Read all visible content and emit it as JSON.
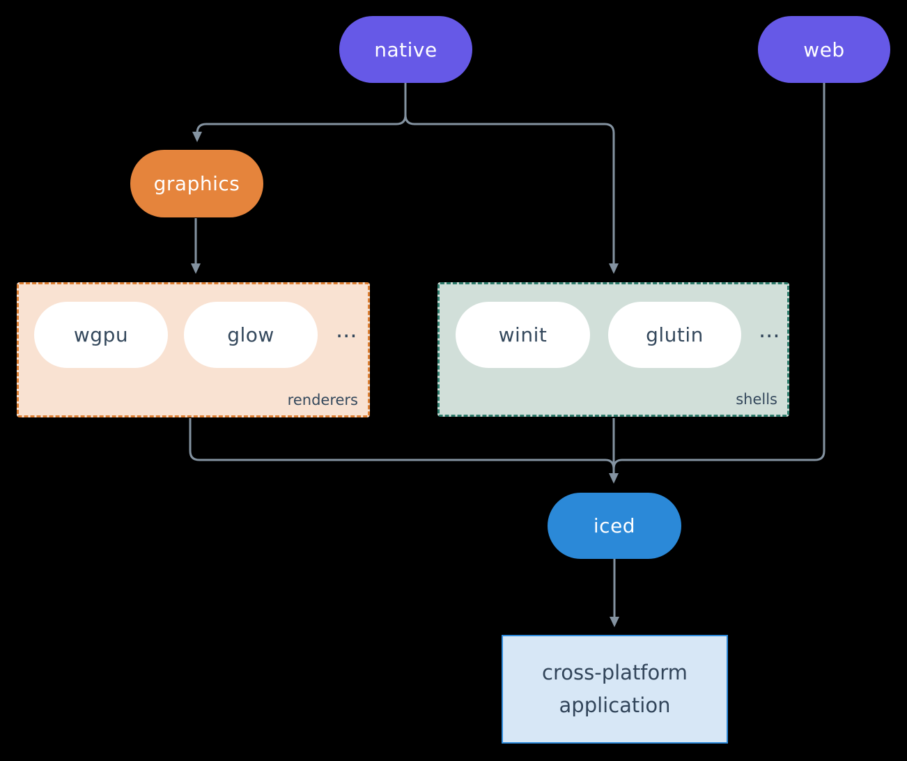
{
  "diagram": {
    "background": "#000000",
    "nodes": {
      "native": {
        "label": "native",
        "color": "#6659E7",
        "text_color": "#FFFFFF"
      },
      "web": {
        "label": "web",
        "color": "#6659E7",
        "text_color": "#FFFFFF"
      },
      "graphics": {
        "label": "graphics",
        "color": "#E5843C",
        "text_color": "#FFFFFF"
      },
      "iced": {
        "label": "iced",
        "color": "#2B89D8",
        "text_color": "#FFFFFF"
      },
      "application": {
        "line1": "cross-platform",
        "line2": "application",
        "fill": "#D7E7F6",
        "border": "#2F8BDB",
        "text_color": "#32455A"
      }
    },
    "groups": {
      "renderers": {
        "label": "renderers",
        "items": [
          "wgpu",
          "glow"
        ],
        "ellipsis": "...",
        "fill": "#F9E2D2",
        "border": "#DD7F33"
      },
      "shells": {
        "label": "shells",
        "items": [
          "winit",
          "glutin"
        ],
        "ellipsis": "...",
        "fill": "#D1DFD9",
        "border": "#2F7D6D"
      }
    },
    "edges": [
      {
        "from": "native",
        "to": "graphics",
        "arrow": true
      },
      {
        "from": "native",
        "to": "shells",
        "arrow": true
      },
      {
        "from": "graphics",
        "to": "renderers",
        "arrow": true
      },
      {
        "from": "renderers",
        "to": "iced",
        "arrow": true
      },
      {
        "from": "shells",
        "to": "iced",
        "arrow": true
      },
      {
        "from": "web",
        "to": "iced",
        "arrow": true
      },
      {
        "from": "iced",
        "to": "application",
        "arrow": true
      }
    ],
    "edge_color": "#8493A1"
  }
}
